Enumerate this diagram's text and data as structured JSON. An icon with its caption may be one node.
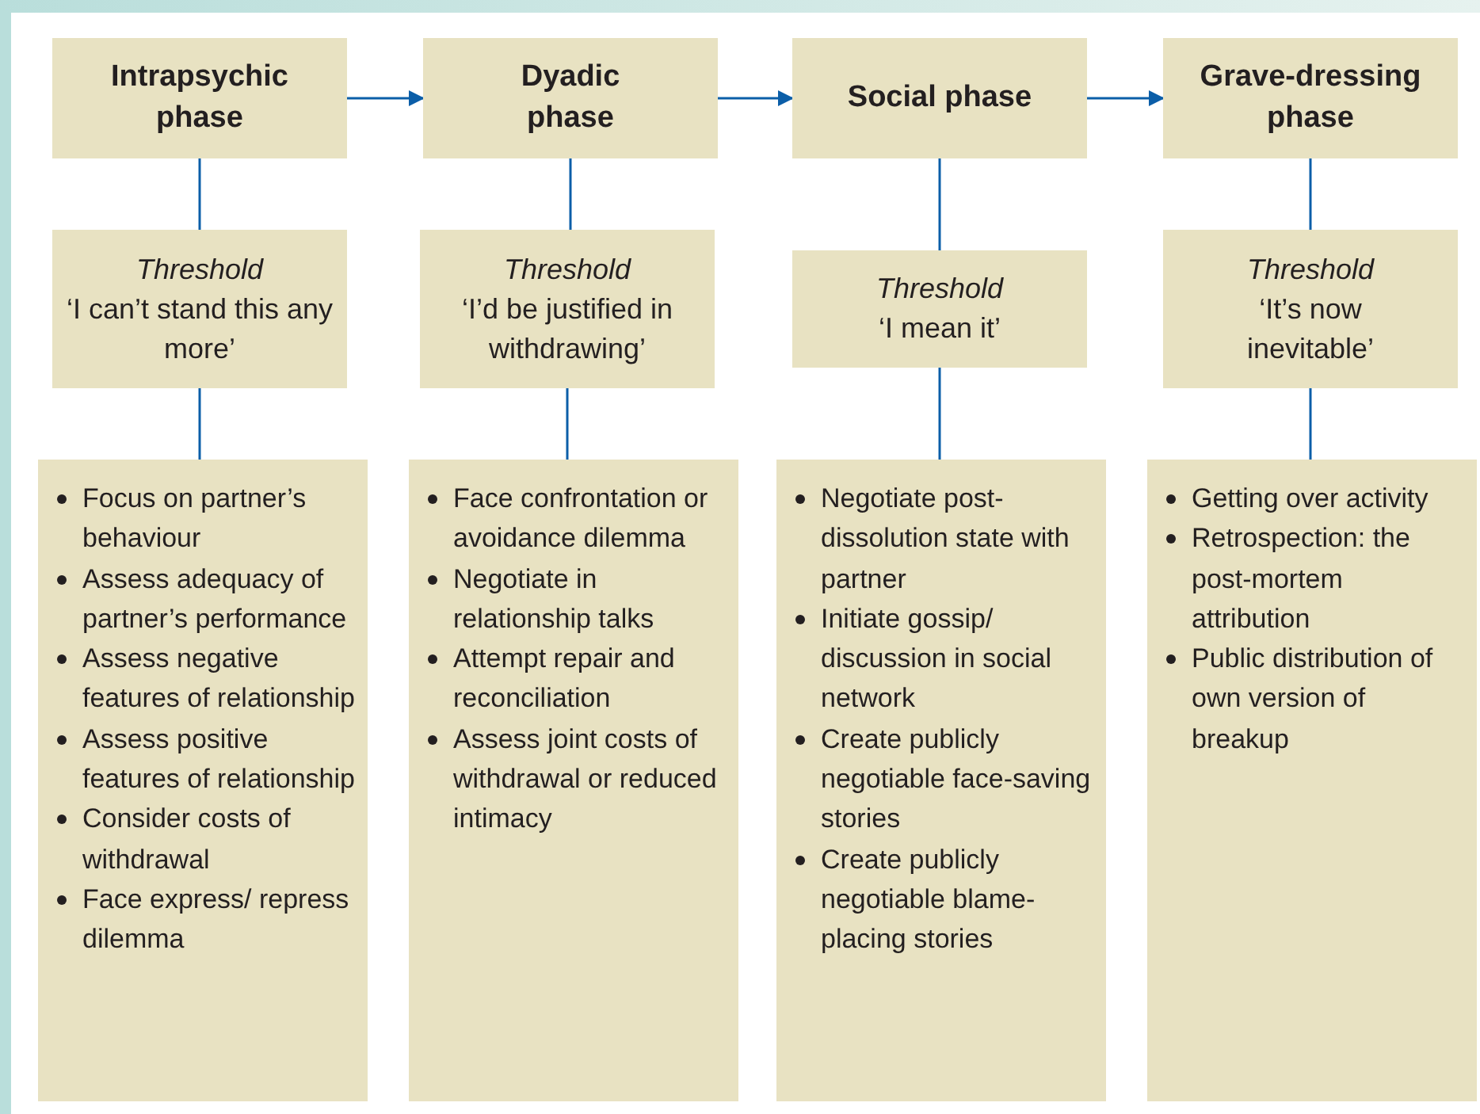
{
  "diagram": {
    "nodes": [
      {
        "text": [
          "Intrapsychic phase"
        ]
      },
      {
        "text": [
          "Dyadic phase"
        ]
      },
      {
        "text": [
          "Social phase"
        ]
      },
      {
        "text": [
          "Grave-dressing phase"
        ]
      },
      {
        "text": [
          "Threshold",
          "‘I can’t stand this any more’"
        ]
      },
      {
        "text": [
          "Threshold",
          "‘I’d be justified in withdrawing’"
        ]
      },
      {
        "text": [
          "Threshold",
          "‘I mean it’"
        ]
      },
      {
        "text": [
          "Threshold",
          "‘It’s now inevitable’"
        ]
      },
      {
        "text": [
          "Focus on partner’s behaviour",
          "Assess adequacy of partner’s performance",
          "Assess negative features of relationship",
          "Assess positive features of relationship",
          "Consider costs of withdrawal",
          "Face express/ repress dilemma"
        ]
      },
      {
        "text": [
          "Face confrontation or avoidance dilemma",
          "Negotiate in relationship talks",
          "Attempt repair and reconciliation",
          "Assess joint costs of withdrawal or reduced intimacy"
        ]
      },
      {
        "text": [
          "Negotiate post-dissolution state with partner",
          "Initiate gossip/ discussion in social network",
          "Create publicly negotiable face-saving stories",
          "Create publicly negotiable blame-placing stories"
        ]
      },
      {
        "text": [
          "Getting over activity",
          "Retrospection: the post-mortem attribution",
          "Public distribution of own version of breakup"
        ]
      }
    ],
    "edges": [
      {
        "from": 0,
        "to": 1,
        "arrow": "to"
      },
      {
        "from": 1,
        "to": 2,
        "arrow": "to"
      },
      {
        "from": 2,
        "to": 3,
        "arrow": "to"
      },
      {
        "from": 0,
        "to": 4,
        "arrow": "none"
      },
      {
        "from": 1,
        "to": 5,
        "arrow": "none"
      },
      {
        "from": 2,
        "to": 6,
        "arrow": "none"
      },
      {
        "from": 3,
        "to": 7,
        "arrow": "none"
      },
      {
        "from": 4,
        "to": 8,
        "arrow": "none"
      },
      {
        "from": 5,
        "to": 9,
        "arrow": "none"
      },
      {
        "from": 6,
        "to": 10,
        "arrow": "none"
      },
      {
        "from": 7,
        "to": 11,
        "arrow": "none"
      }
    ]
  }
}
